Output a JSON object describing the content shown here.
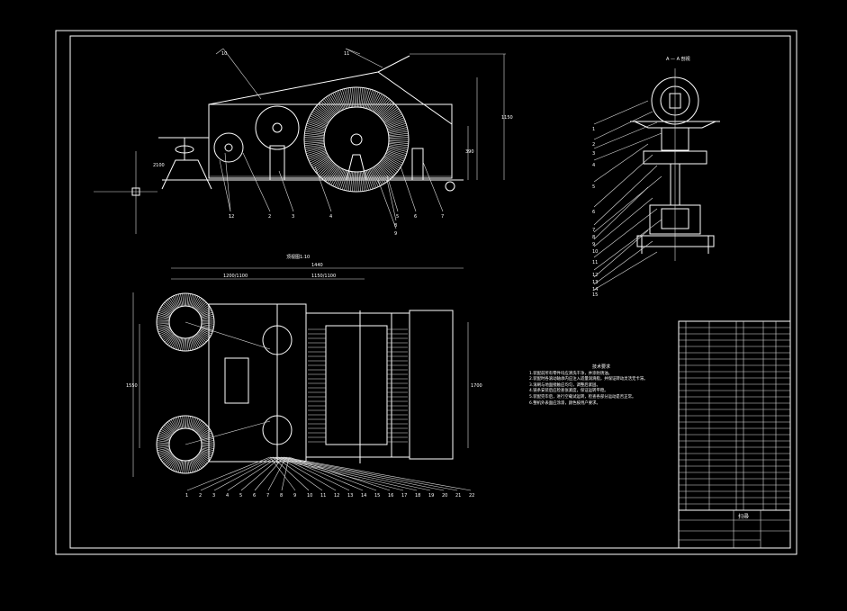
{
  "drawing": {
    "section_title": "A — A 剖视",
    "plan_view_title": "顶视图1:10",
    "title_block_name": "扫帚",
    "dims": {
      "front_height": "1150",
      "front_height2": "390",
      "front_small": "2100",
      "plan_width": "1440",
      "plan_left": "1200/1100",
      "plan_right": "1150/1100",
      "plan_height": "1550",
      "plan_height2": "1700"
    },
    "tech_requirements": {
      "title": "技术要求",
      "items": [
        "1.装配前所有零件均应清洗干净，并涂防锈油。",
        "2.装配时各滚动轴承内应注入适量润滑脂，并保证转动灵活无卡滞。",
        "3.滚刷与地面接触应均匀，调整后紧固。",
        "4.链条安装后应检查张紧度，保证运转平稳。",
        "5.装配完毕后，进行空载试运转，检查各部分运动是否正常。",
        "6.整机外表面应涂漆，颜色按用户要求。"
      ]
    },
    "balloons_front": [
      "1",
      "2",
      "3",
      "4",
      "5",
      "6",
      "7",
      "8",
      "9",
      "10",
      "11",
      "12"
    ],
    "balloons_plan": [
      "1",
      "2",
      "3",
      "4",
      "5",
      "6",
      "7",
      "8",
      "9",
      "10",
      "11",
      "12",
      "13",
      "14",
      "15",
      "16",
      "17",
      "18",
      "19",
      "20",
      "21",
      "22"
    ],
    "balloons_section": [
      "1",
      "2",
      "3",
      "4",
      "5",
      "6",
      "7",
      "8",
      "9",
      "10",
      "11",
      "12",
      "13",
      "14",
      "15"
    ]
  }
}
